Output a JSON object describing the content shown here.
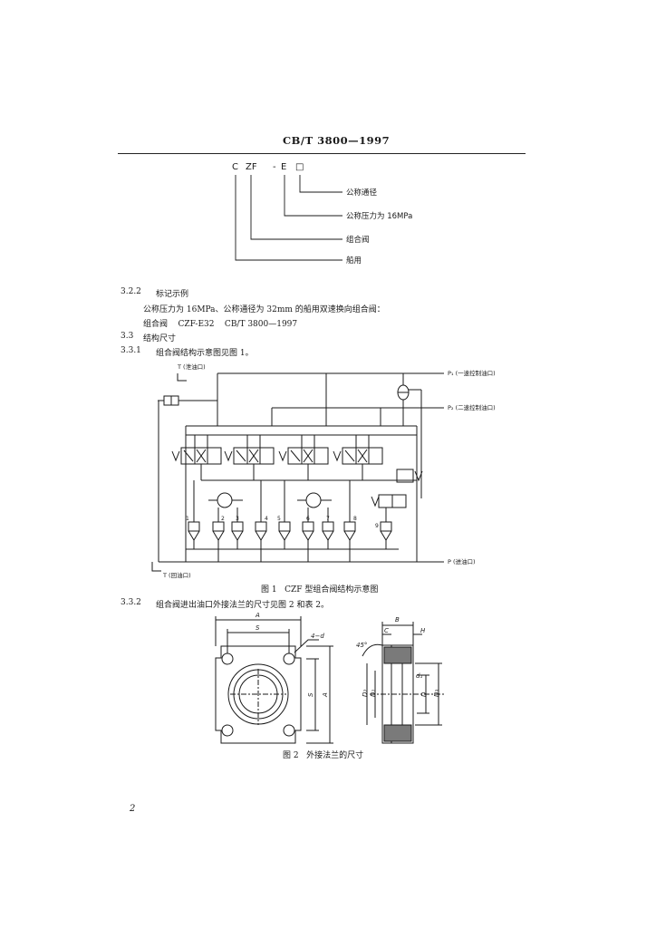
{
  "header": {
    "title": "CB/T 3800—1997"
  },
  "designation": {
    "code": [
      "C",
      "ZF",
      "-",
      "E",
      "□"
    ],
    "labels": [
      "公称通径",
      "公称压力为 16MPa",
      "组合阀",
      "船用"
    ]
  },
  "section_3_2_2": {
    "number": "3.2.2",
    "heading": "标记示例",
    "line1": "公称压力为 16MPa、公称通径为 32mm 的船用双速换向组合阀：",
    "line2": "组合阀    CZF-E32    CB/T 3800—1997"
  },
  "section_3_3": {
    "number": "3.3",
    "heading": "结构尺寸"
  },
  "section_3_3_1": {
    "number": "3.3.1",
    "text": "组合阀结构示意图见图 1。"
  },
  "figure1": {
    "caption": "图 1   CZF 型组合阀结构示意图",
    "ports": {
      "t_top": "T (泄油口)",
      "p1": "P₁ (一速控制油口)",
      "p2": "P₂ (二速控制油口)",
      "p_in": "P (进油口)",
      "t_bottom": "T (回油口)"
    },
    "numbers": [
      "1",
      "2",
      "3",
      "4",
      "5",
      "6",
      "7",
      "8",
      "9"
    ]
  },
  "section_3_3_2": {
    "number": "3.3.2",
    "text": "组合阀进出油口外接法兰的尺寸见图 2 和表 2。"
  },
  "figure2": {
    "caption": "图 2   外接法兰的尺寸",
    "dims": {
      "A": "A",
      "S": "S",
      "hole": "4−d",
      "chamfer": "45°",
      "B": "B",
      "C": "C",
      "H": "H",
      "D2": "D₂",
      "D1": "D₁",
      "D": "D",
      "D3": "D₃",
      "d1": "d₁"
    }
  },
  "footer": {
    "page_number": "2"
  }
}
